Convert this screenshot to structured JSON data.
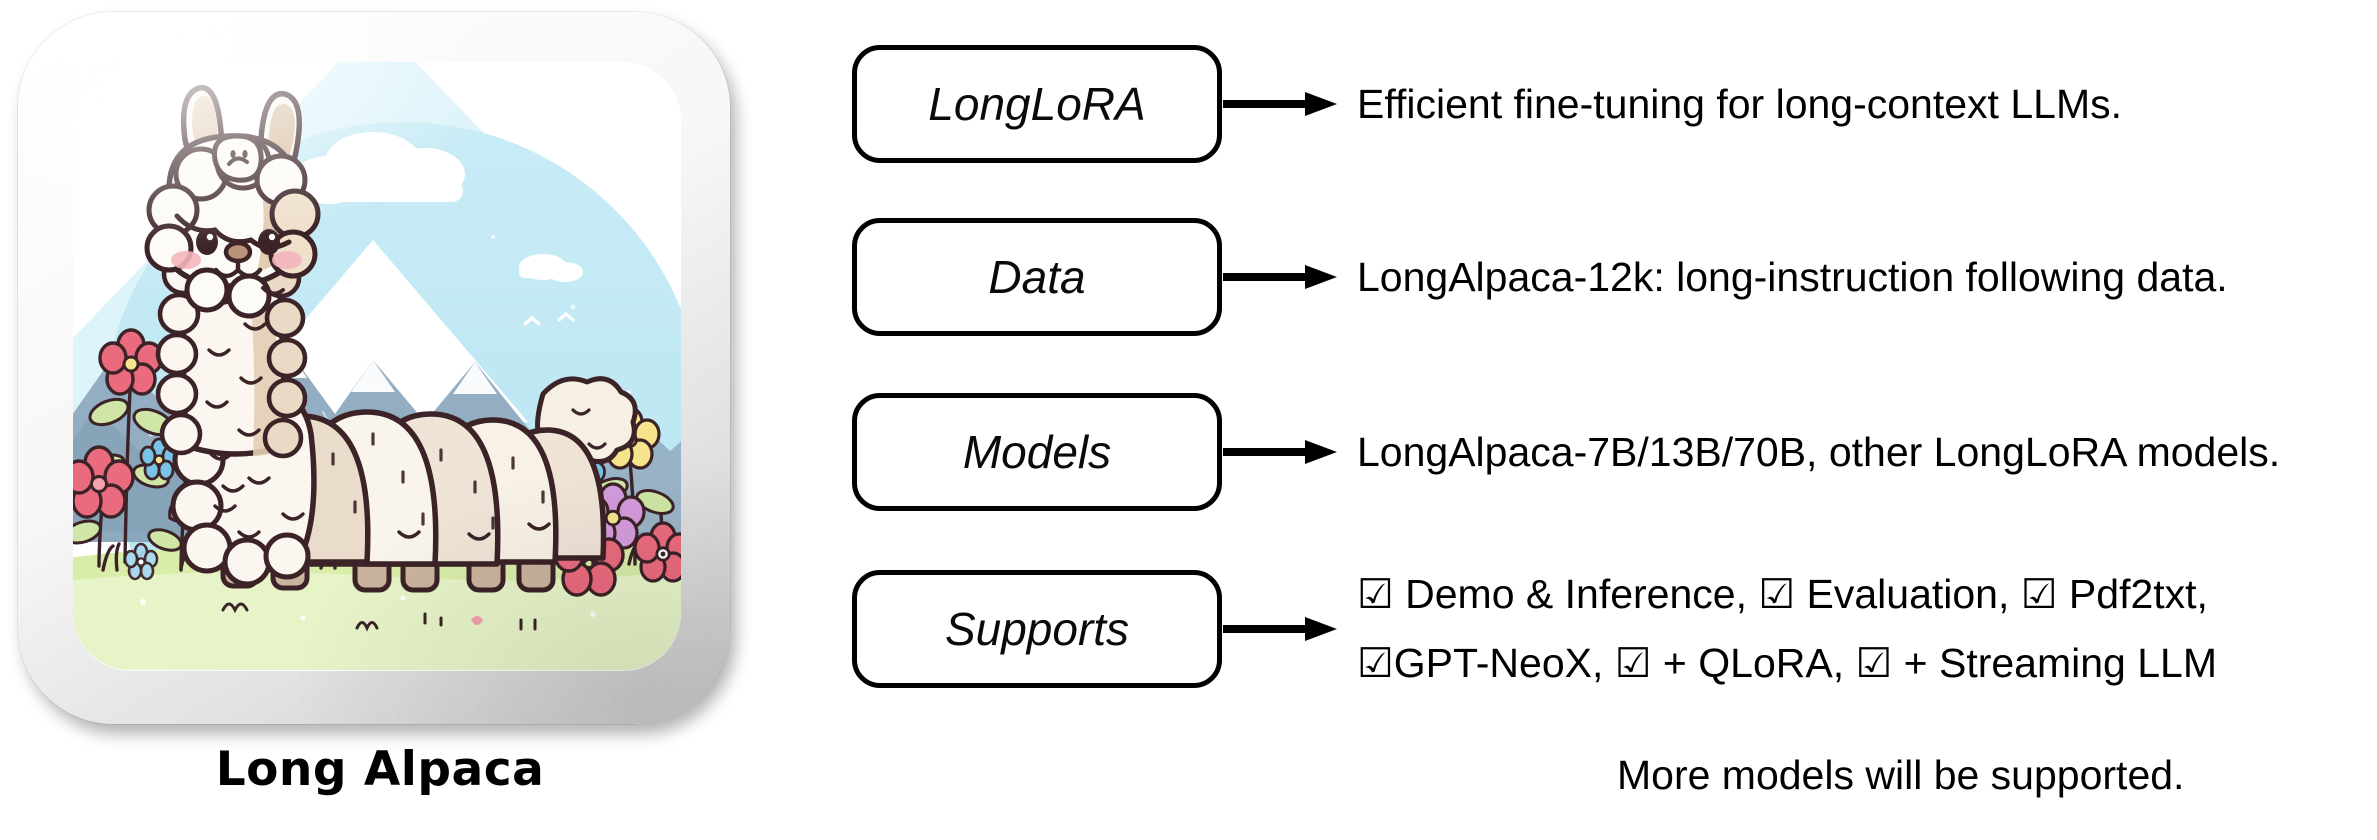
{
  "figure": {
    "caption": "Long Alpaca",
    "footnote": "More models will be supported."
  },
  "illustration": {
    "alt_name": "long-alpaca-sticker",
    "subject": "alpaca",
    "elements": [
      "alpaca",
      "mountains",
      "clouds",
      "sky",
      "grass",
      "flowers"
    ],
    "colors": {
      "outline": "#3b2327",
      "fleece_light": "#fdfbf6",
      "fleece_shadow": "#e6d6c4",
      "fleece_tan": "#d9c3aa",
      "sky": "#bde9f4",
      "sky_pale": "#e4f6fb",
      "cloud": "#ffffff",
      "mountain": "#8fa8bd",
      "mountain_dark": "#7c95ad",
      "mountain_snow": "#ffffff",
      "grass": "#dcefae",
      "grass_dark": "#c7e08c",
      "flower_red": "#ea6b7e",
      "flower_blue": "#79c2e8",
      "flower_yellow": "#f6e48c",
      "flower_purple": "#d49bdc",
      "leaf": "#cfe6a6",
      "cheek": "#f4b5bd",
      "card_bg": "#ffffff",
      "card_edge": "#c9c9c9"
    }
  },
  "flow": {
    "rows": [
      {
        "node": "LongLoRA",
        "arrow": "arrow-right",
        "lines": [
          "Efficient fine-tuning for long-context LLMs."
        ]
      },
      {
        "node": "Data",
        "arrow": "arrow-right",
        "lines": [
          "LongAlpaca-12k: long-instruction following data."
        ]
      },
      {
        "node": "Models",
        "arrow": "arrow-right",
        "lines": [
          "LongAlpaca-7B/13B/70B, other LongLoRA models."
        ]
      },
      {
        "node": "Supports",
        "arrow": "arrow-right",
        "lines": [
          "☑ Demo & Inference, ☑ Evaluation, ☑ Pdf2txt,",
          "☑GPT-NeoX, ☑ + QLoRA, ☑ + Streaming LLM"
        ]
      }
    ]
  }
}
